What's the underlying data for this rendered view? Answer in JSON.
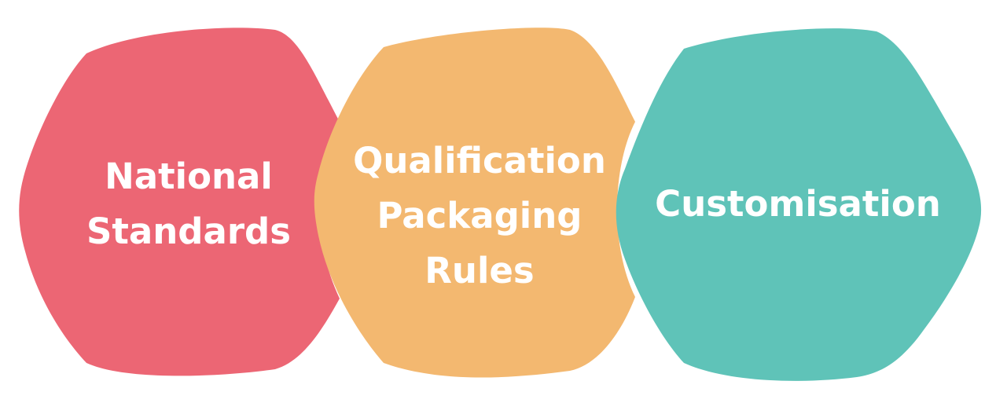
{
  "diagram": {
    "steps": [
      {
        "label": "National\nStandards",
        "color": "#ec6674"
      },
      {
        "label": "Qualification\nPackaging\nRules",
        "color": "#f3b870"
      },
      {
        "label": "Customisation",
        "color": "#5fc3b8"
      }
    ]
  }
}
